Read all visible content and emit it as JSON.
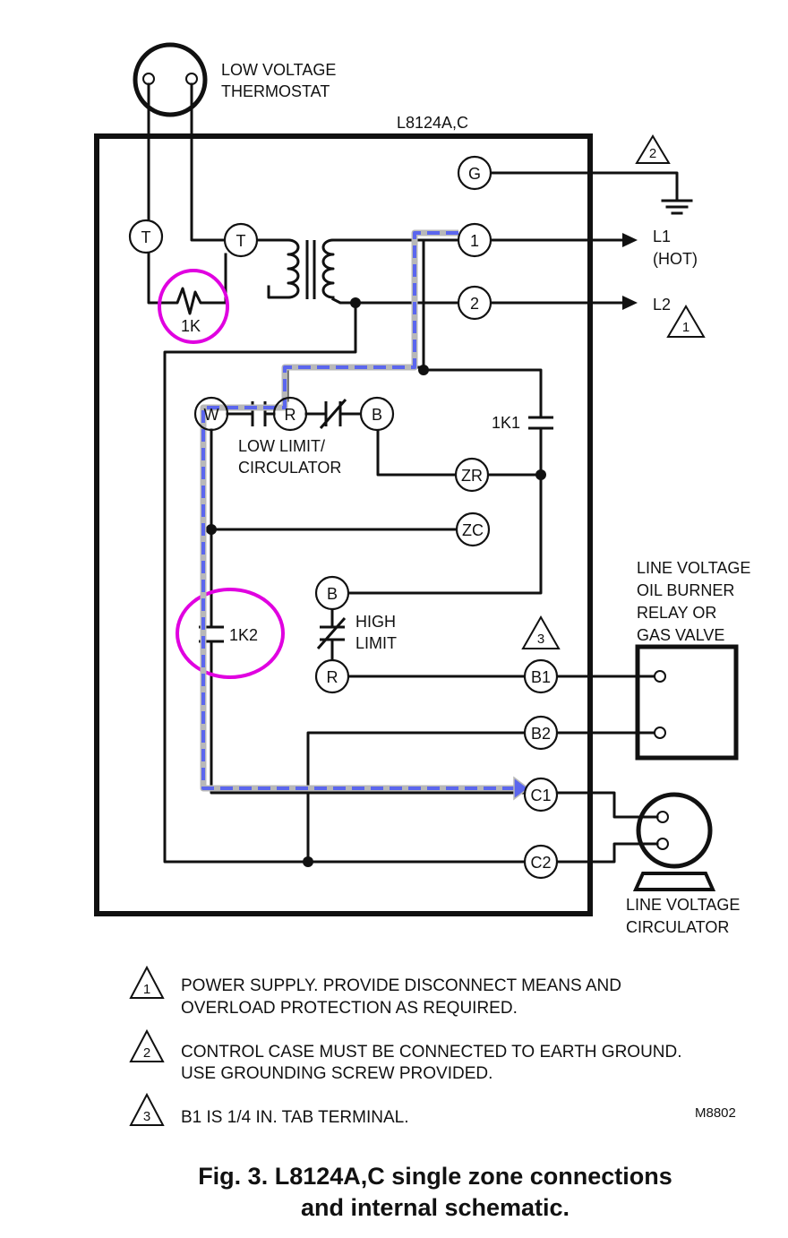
{
  "labels": {
    "thermostat_line1": "LOW VOLTAGE",
    "thermostat_line2": "THERMOSTAT",
    "device_model": "L8124A,C",
    "l1_line1": "L1",
    "l1_line2": "(HOT)",
    "l2": "L2",
    "resistor": "1K",
    "relay_contact_1": "1K1",
    "relay_contact_2": "1K2",
    "low_limit_line1": "LOW LIMIT/",
    "low_limit_line2": "CIRCULATOR",
    "high_limit_line1": "HIGH",
    "high_limit_line2": "LIMIT",
    "burner_line1": "LINE VOLTAGE",
    "burner_line2": "OIL BURNER",
    "burner_line3": "RELAY OR",
    "burner_line4": "GAS  VALVE",
    "circulator_line1": "LINE VOLTAGE",
    "circulator_line2": "CIRCULATOR"
  },
  "terminals": {
    "g": "G",
    "t_outer": "T",
    "t_inner": "T",
    "one": "1",
    "two": "2",
    "w": "W",
    "r_top": "R",
    "b_top": "B",
    "zr": "ZR",
    "zc": "ZC",
    "b_mid": "B",
    "r_mid": "R",
    "b1": "B1",
    "b2": "B2",
    "c1": "C1",
    "c2": "C2"
  },
  "markers": {
    "ground": "2",
    "l2": "1",
    "b1": "3"
  },
  "notes": [
    {
      "num": "1",
      "line1": "POWER SUPPLY. PROVIDE DISCONNECT MEANS AND",
      "line2": "OVERLOAD PROTECTION AS REQUIRED."
    },
    {
      "num": "2",
      "line1": "CONTROL CASE MUST BE CONNECTED TO EARTH GROUND.",
      "line2": "USE GROUNDING SCREW PROVIDED."
    },
    {
      "num": "3",
      "line1": "B1 IS 1/4 IN. TAB TERMINAL.",
      "line2": ""
    }
  ],
  "figure_code": "M8802",
  "caption": {
    "line1": "Fig. 3. L8124A,C single zone connections",
    "line2": "and internal schematic."
  },
  "colors": {
    "highlight_circle": "#e000e0",
    "current_path_dash": "#5b66ee",
    "current_path_base": "#b8b8b8"
  }
}
